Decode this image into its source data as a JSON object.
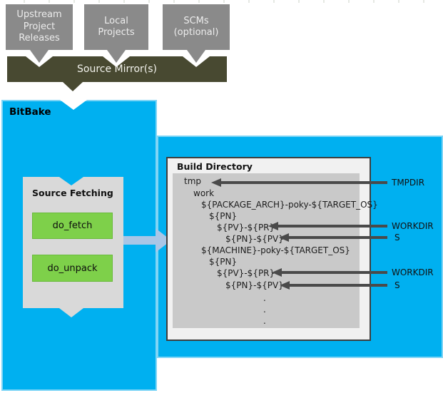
{
  "sources": [
    {
      "label": "Upstream Project Releases"
    },
    {
      "label": "Local Projects"
    },
    {
      "label": "SCMs (optional)"
    }
  ],
  "mirror_label": "Source Mirror(s)",
  "bitbake_label": "BitBake",
  "source_fetching": {
    "title": "Source Fetching",
    "tasks": [
      "do_fetch",
      "do_unpack"
    ]
  },
  "build_directory": {
    "title": "Build Directory",
    "tree": [
      "tmp",
      "work",
      "${PACKAGE_ARCH}-poky-${TARGET_OS}",
      "${PN}",
      "${PV}-${PR}",
      "${PN}-${PV}",
      "${MACHINE}-poky-${TARGET_OS}",
      "${PN}",
      "${PV}-${PR}",
      "${PN}-${PV}",
      ".",
      ".",
      "."
    ]
  },
  "pointer_labels": [
    "TMPDIR",
    "WORKDIR",
    "S",
    "WORKDIR",
    "S"
  ],
  "colors": {
    "cyan": "#00b0f0",
    "cyan_edge": "#7fd5f6",
    "olive": "#484931",
    "source_box_gray": "#8a8a8a",
    "panel_gray": "#d9d9d9",
    "inner_gray": "#c9c9c9",
    "task_green": "#7ed04a",
    "steel_arrow": "#a9c6e6",
    "pointer_dark": "#4a4a4a"
  }
}
